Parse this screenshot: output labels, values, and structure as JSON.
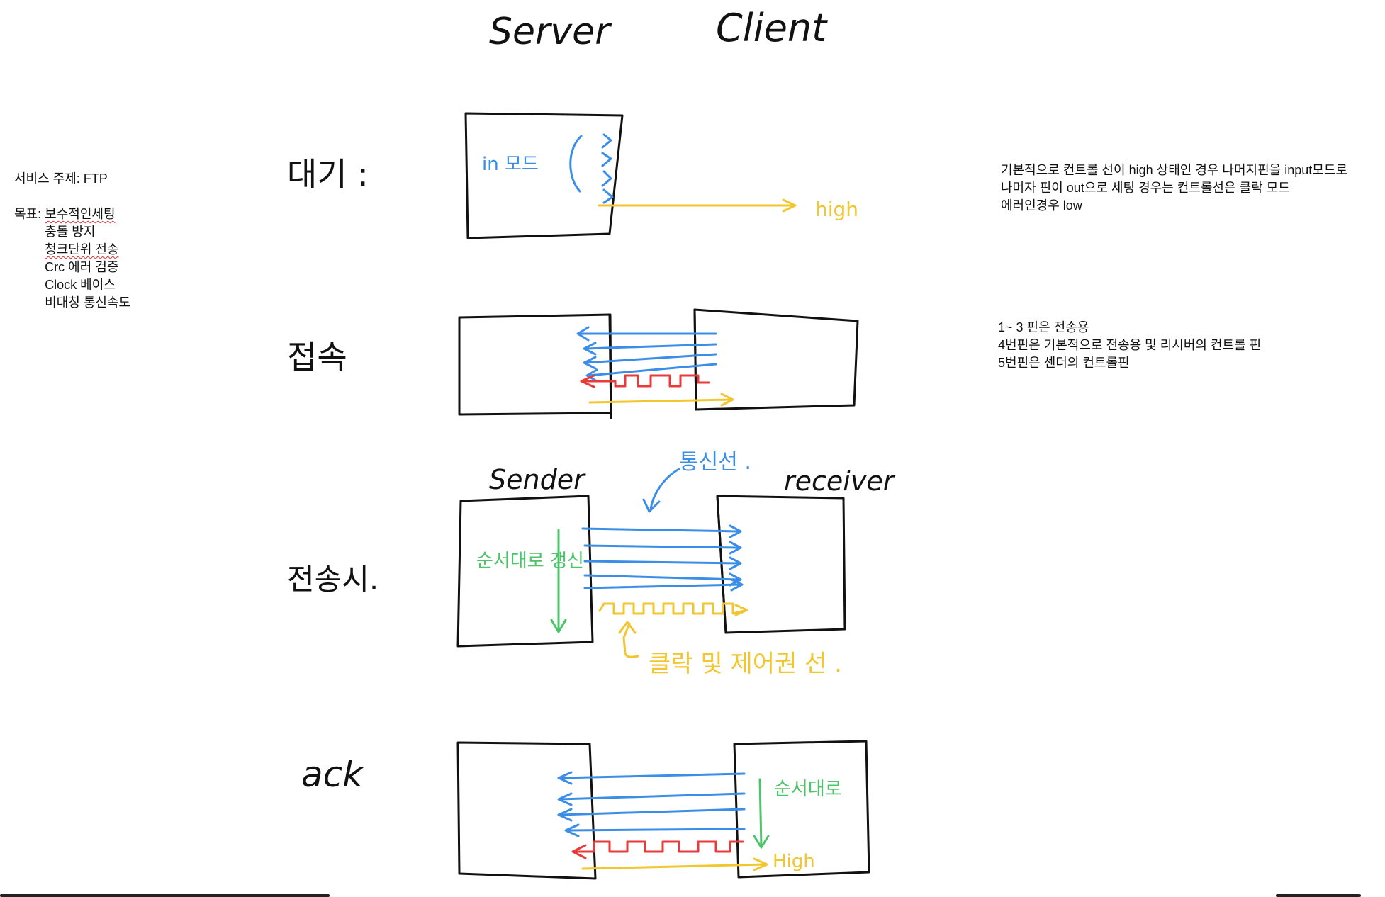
{
  "headers": {
    "server": "Server",
    "client": "Client"
  },
  "sections": {
    "wait": "대기 :",
    "connect": "접속",
    "transmit": "전송시.",
    "ack": "ack"
  },
  "labels": {
    "in_mode": "in 모드",
    "high_wait": "high",
    "sender": "Sender",
    "receiver": "receiver",
    "comm_line": "통신선 .",
    "in_order_update": "순서대로 갱신",
    "clock_control_line": "클락 및 제어권 선 .",
    "in_order_ack": "순서대로",
    "high_ack": "High"
  },
  "left_notes": {
    "service_topic": "서비스 주제: FTP",
    "goal_label": "목표:",
    "goals": [
      "보수적인세팅",
      "충돌 방지",
      "청크단위 전송",
      "Crc 에러 검증",
      "Clock 베이스",
      "비대칭 통신속도"
    ],
    "goals_squiggled": [
      true,
      false,
      true,
      false,
      false,
      false
    ]
  },
  "right_notes_top": [
    "기본적으로 컨트롤 선이 high 상태인 경우 나머지핀을 input모드로",
    "나머자 핀이 out으로 세팅 경우는 컨트롤선은 클락 모드",
    "에러인경우 low"
  ],
  "right_notes_middle": [
    "1~ 3 핀은 전송용",
    "4번핀은 기본적으로 전송용 및 리시버의 컨트롤 핀",
    "5번핀은 센더의 컨트롤핀"
  ],
  "colors": {
    "ink": "#111111",
    "blue": "#3b8ee8",
    "yellow": "#f2c62e",
    "red": "#e83a3a",
    "green": "#4cc46a"
  }
}
